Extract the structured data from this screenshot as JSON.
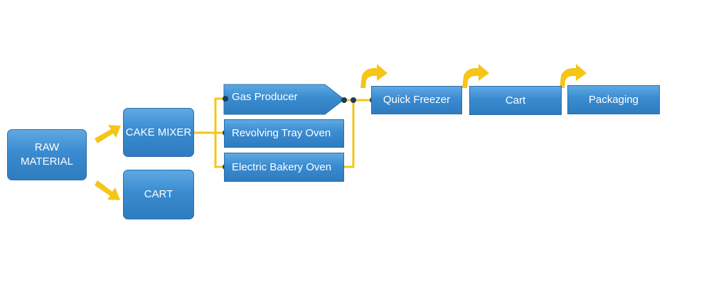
{
  "nodes": {
    "raw_material": "RAW\nMATERIAL",
    "cake_mixer": "CAKE MIXER",
    "cart_left": "CART",
    "gas_producer": "Gas Producer",
    "revolving_tray_oven": "Revolving Tray Oven",
    "electric_bakery_oven": "Electric Bakery Oven",
    "quick_freezer": "Quick Freezer",
    "cart_right": "Cart",
    "packaging": "Packaging"
  },
  "colors": {
    "box_top": "#5fa9e3",
    "box_bottom": "#2f7cc0",
    "box_border": "#2a6fa8",
    "connector": "#f5c518",
    "arrow": "#f5c518",
    "dot": "#1f3b57"
  }
}
